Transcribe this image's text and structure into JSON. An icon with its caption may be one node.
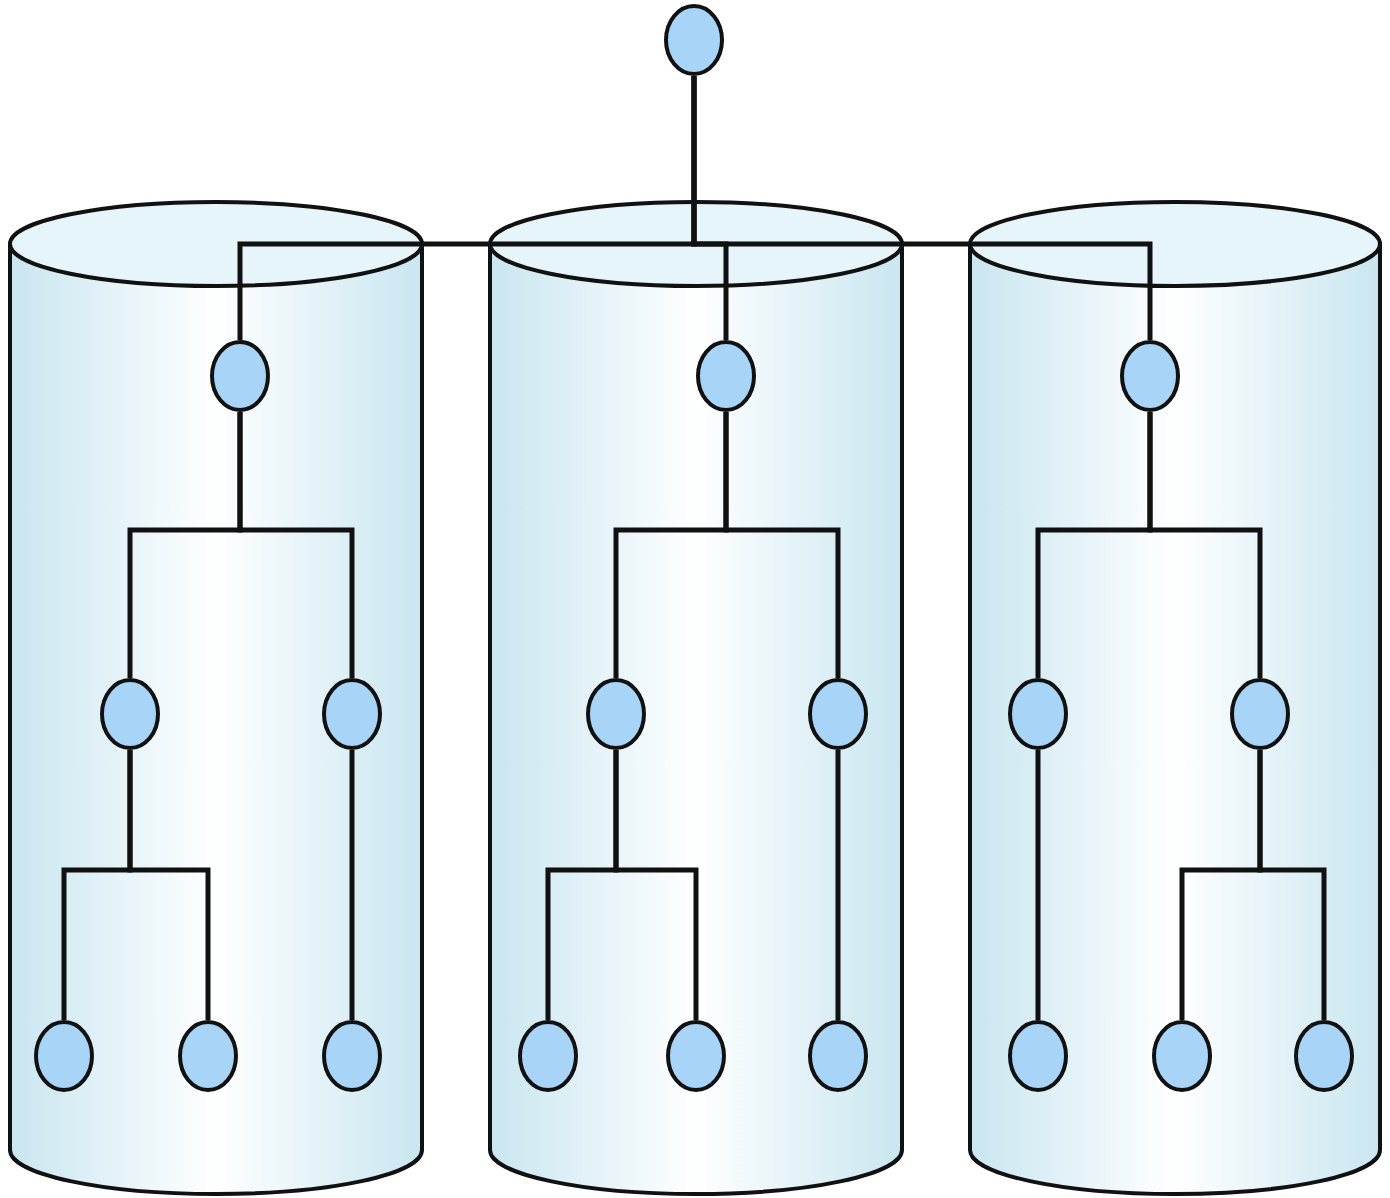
{
  "diagram": {
    "nodes": [
      {
        "text": [],
        "shape": "ellipse"
      },
      {
        "text": [],
        "shape": "cylinder"
      },
      {
        "text": [],
        "shape": "ellipse",
        "in": 1
      },
      {
        "text": [],
        "shape": "ellipse",
        "in": 1
      },
      {
        "text": [],
        "shape": "ellipse",
        "in": 1
      },
      {
        "text": [],
        "shape": "ellipse",
        "in": 1
      },
      {
        "text": [],
        "shape": "ellipse",
        "in": 1
      },
      {
        "text": [],
        "shape": "ellipse",
        "in": 1
      },
      {
        "text": [],
        "shape": "cylinder"
      },
      {
        "text": [],
        "shape": "ellipse",
        "in": 8
      },
      {
        "text": [],
        "shape": "ellipse",
        "in": 8
      },
      {
        "text": [],
        "shape": "ellipse",
        "in": 8
      },
      {
        "text": [],
        "shape": "ellipse",
        "in": 8
      },
      {
        "text": [],
        "shape": "ellipse",
        "in": 8
      },
      {
        "text": [],
        "shape": "ellipse",
        "in": 8
      },
      {
        "text": [],
        "shape": "cylinder"
      },
      {
        "text": [],
        "shape": "ellipse",
        "in": 15
      },
      {
        "text": [],
        "shape": "ellipse",
        "in": 15
      },
      {
        "text": [],
        "shape": "ellipse",
        "in": 15
      },
      {
        "text": [],
        "shape": "ellipse",
        "in": 15
      },
      {
        "text": [],
        "shape": "ellipse",
        "in": 15
      },
      {
        "text": [],
        "shape": "ellipse",
        "in": 15
      }
    ],
    "edges": [
      {
        "from": 0,
        "to": 2,
        "arrow": "none"
      },
      {
        "from": 0,
        "to": 9,
        "arrow": "none"
      },
      {
        "from": 0,
        "to": 16,
        "arrow": "none"
      },
      {
        "from": 2,
        "to": 3,
        "arrow": "none"
      },
      {
        "from": 2,
        "to": 4,
        "arrow": "none"
      },
      {
        "from": 3,
        "to": 5,
        "arrow": "none"
      },
      {
        "from": 3,
        "to": 6,
        "arrow": "none"
      },
      {
        "from": 4,
        "to": 7,
        "arrow": "none"
      },
      {
        "from": 9,
        "to": 10,
        "arrow": "none"
      },
      {
        "from": 9,
        "to": 11,
        "arrow": "none"
      },
      {
        "from": 10,
        "to": 12,
        "arrow": "none"
      },
      {
        "from": 10,
        "to": 13,
        "arrow": "none"
      },
      {
        "from": 11,
        "to": 14,
        "arrow": "none"
      },
      {
        "from": 16,
        "to": 17,
        "arrow": "none"
      },
      {
        "from": 16,
        "to": 18,
        "arrow": "none"
      },
      {
        "from": 17,
        "to": 19,
        "arrow": "none"
      },
      {
        "from": 18,
        "to": 20,
        "arrow": "none"
      },
      {
        "from": 18,
        "to": 21,
        "arrow": "none"
      }
    ]
  }
}
